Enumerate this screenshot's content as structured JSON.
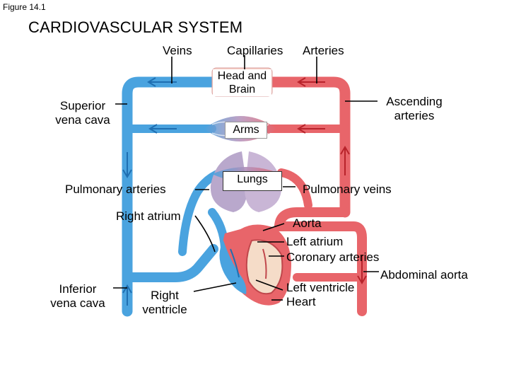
{
  "figure_label": "Figure 14.1",
  "title": "CARDIOVASCULAR SYSTEM",
  "labels": {
    "veins": "Veins",
    "capillaries": "Capillaries",
    "arteries": "Arteries",
    "head_and_brain_line1": "Head and",
    "head_and_brain_line2": "Brain",
    "superior_vena_cava_line1": "Superior",
    "superior_vena_cava_line2": "vena cava",
    "ascending_arteries_line1": "Ascending",
    "ascending_arteries_line2": "arteries",
    "arms": "Arms",
    "lungs": "Lungs",
    "pulmonary_arteries": "Pulmonary arteries",
    "pulmonary_veins": "Pulmonary veins",
    "right_atrium": "Right atrium",
    "aorta": "Aorta",
    "left_atrium": "Left atrium",
    "coronary_arteries": "Coronary arteries",
    "abdominal_aorta": "Abdominal aorta",
    "inferior_vena_cava_line1": "Inferior",
    "inferior_vena_cava_line2": "vena cava",
    "right_ventricle_line1": "Right",
    "right_ventricle_line2": "ventricle",
    "left_ventricle": "Left ventricle",
    "heart": "Heart"
  },
  "colors": {
    "deoxygenated_blood": "#4aa3df",
    "oxygenated_blood": "#e8656a",
    "lungs": "#b9a8cc",
    "arrow_blue": "#1f6fb2",
    "arrow_red": "#b8232b"
  }
}
